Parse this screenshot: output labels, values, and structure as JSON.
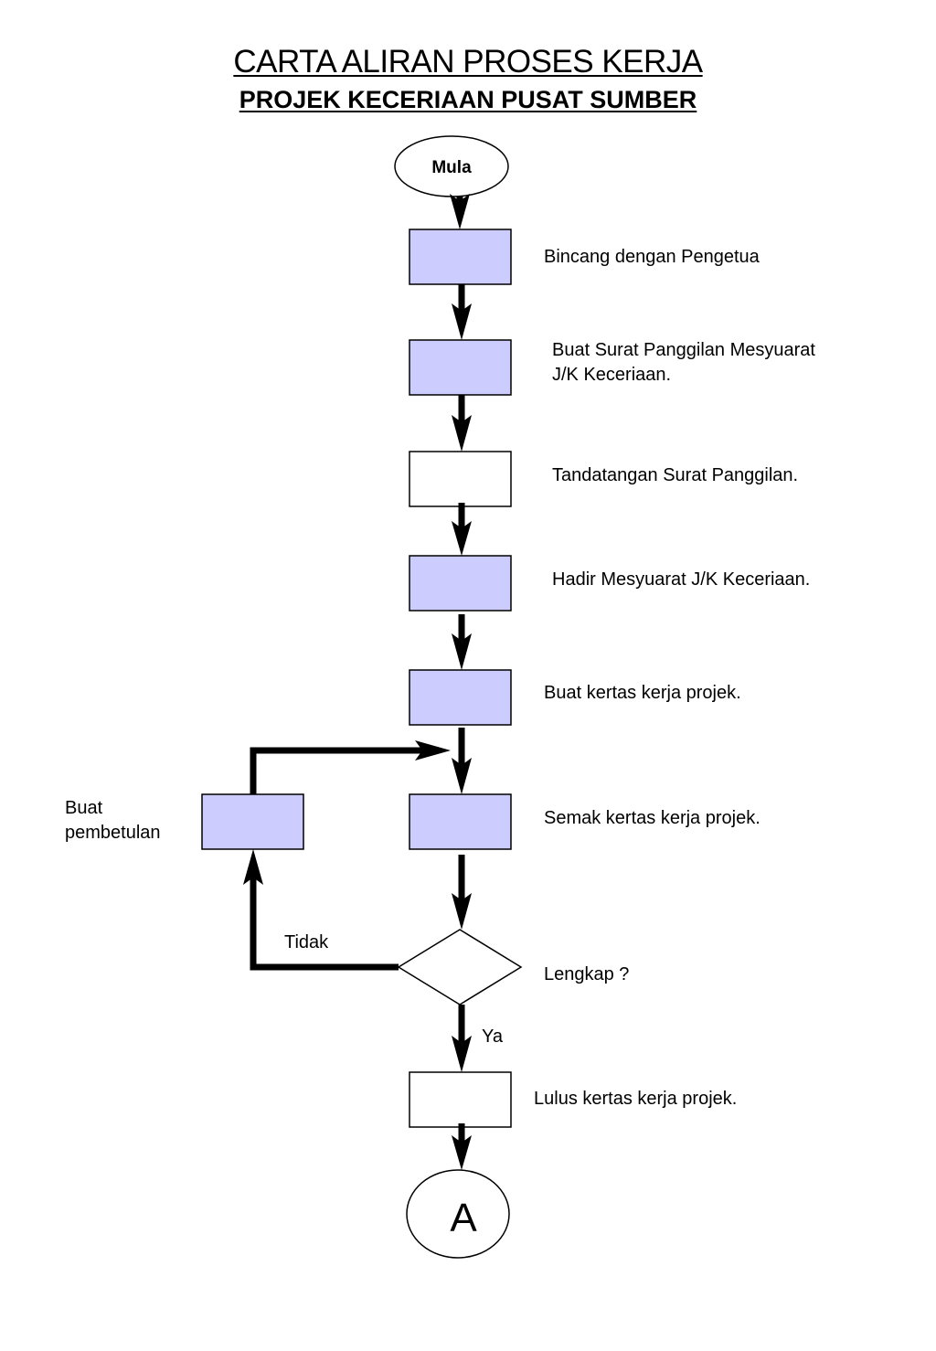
{
  "header": {
    "title": "CARTA ALIRAN PROSES KERJA",
    "subtitle": "PROJEK KECERIAAN PUSAT SUMBER"
  },
  "flow": {
    "start": "Mula",
    "steps": [
      {
        "label": "Bincang dengan Pengetua",
        "fill": "#ccccff"
      },
      {
        "label": "Buat Surat Panggilan Mesyuarat",
        "label_line2": "J/K Keceriaan.",
        "fill": "#ccccff"
      },
      {
        "label": "Tandatangan Surat Panggilan.",
        "fill": "#ffffff"
      },
      {
        "label": "Hadir Mesyuarat J/K Keceriaan.",
        "fill": "#ccccff"
      },
      {
        "label": "Buat kertas kerja projek.",
        "fill": "#ccccff"
      },
      {
        "label": "Semak kertas kerja projek.",
        "fill": "#ccccff"
      }
    ],
    "decision": {
      "label": "Lengkap ?",
      "yes_label": "Ya",
      "no_label": "Tidak"
    },
    "correction": {
      "label_line1": "Buat",
      "label_line2": "pembetulan",
      "fill": "#ccccff"
    },
    "final_step": {
      "label": "Lulus kertas kerja projek.",
      "fill": "#ffffff"
    },
    "connector": "A"
  },
  "colors": {
    "box_fill": "#ccccff",
    "line": "#000000"
  }
}
